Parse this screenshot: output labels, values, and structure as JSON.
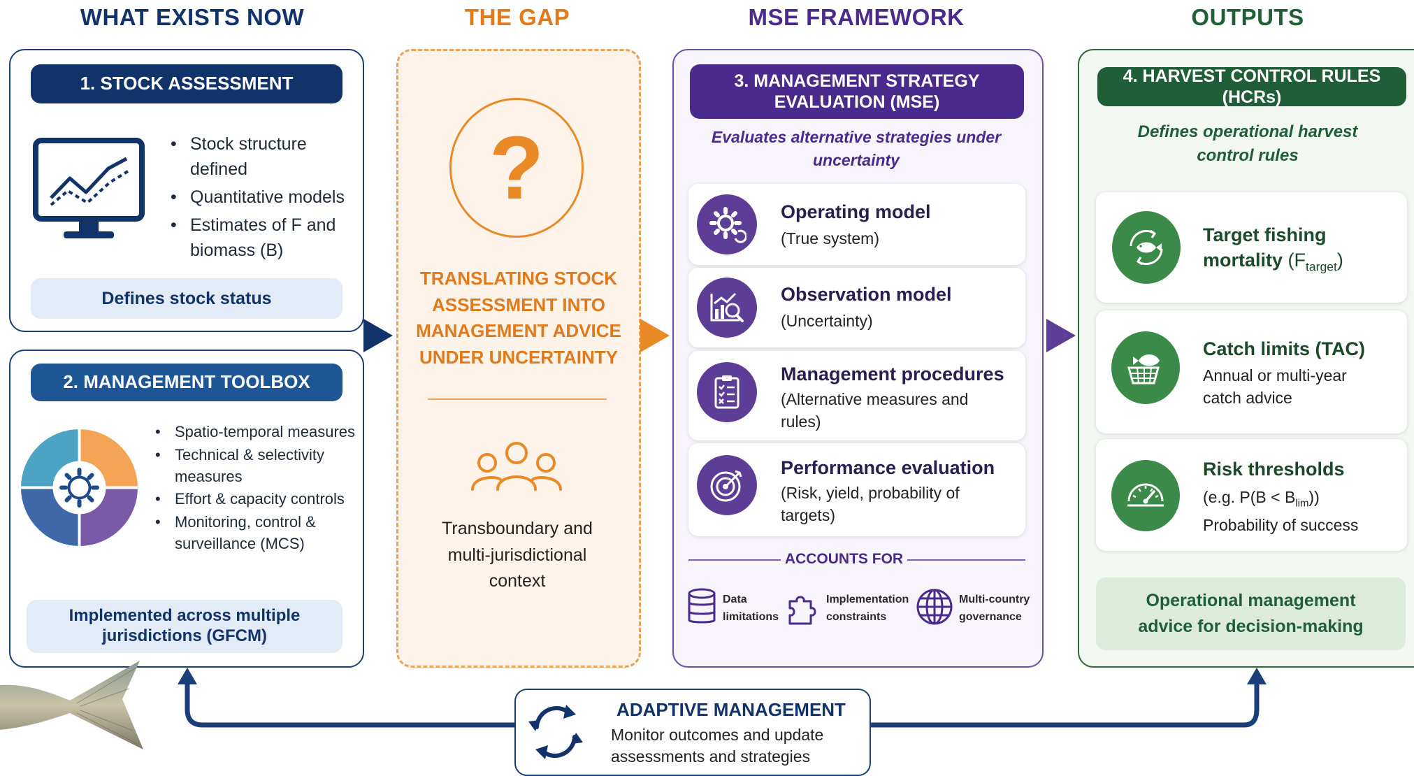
{
  "columns": {
    "what_exists": "WHAT EXISTS NOW",
    "gap": "THE GAP",
    "mse": "MSE FRAMEWORK",
    "outputs": "OUTPUTS"
  },
  "stock_assessment": {
    "title": "1. STOCK ASSESSMENT",
    "bullets": [
      "Stock structure defined",
      "Quantitative models",
      "Estimates of F and biomass (B)"
    ],
    "footer": "Defines stock status"
  },
  "toolbox": {
    "title": "2. MANAGEMENT TOOLBOX",
    "bullets": [
      "Spatio-temporal measures",
      "Technical & selectivity measures",
      "Effort & capacity controls",
      "Monitoring, control & surveillance (MCS)"
    ],
    "footer": "Implemented across multiple jurisdictions (GFCM)"
  },
  "gap": {
    "question": "?",
    "heading": "TRANSLATING STOCK ASSESSMENT INTO MANAGEMENT ADVICE UNDER UNCERTAINTY",
    "context": "Transboundary and multi-jurisdictional context"
  },
  "mse": {
    "title": "3. MANAGEMENT STRATEGY EVALUATION (MSE)",
    "subtitle": "Evaluates alternative strategies under uncertainty",
    "items": [
      {
        "title": "Operating model",
        "sub": "(True system)",
        "icon": "gear-icon"
      },
      {
        "title": "Observation model",
        "sub": "(Uncertainty)",
        "icon": "chart-magnifier-icon"
      },
      {
        "title": "Management procedures",
        "sub": "(Alternative measures and rules)",
        "icon": "clipboard-checklist-icon"
      },
      {
        "title": "Performance evaluation",
        "sub": "(Risk, yield, probability of targets)",
        "icon": "target-icon"
      }
    ],
    "accounts_for": "ACCOUNTS FOR",
    "accounts": [
      {
        "label": "Data limitations",
        "icon": "database-icon"
      },
      {
        "label": "Implementation constraints",
        "icon": "puzzle-icon"
      },
      {
        "label": "Multi-country governance",
        "icon": "globe-icon"
      }
    ]
  },
  "outputs": {
    "title": "4. HARVEST CONTROL RULES (HCRs)",
    "subtitle": "Defines operational harvest control rules",
    "items": [
      {
        "title": "Target fishing mortality",
        "title_sub": "target",
        "icon": "fish-cycle-icon"
      },
      {
        "title": "Catch limits (TAC)",
        "sub": "Annual or multi-year catch advice",
        "icon": "fish-basket-icon"
      },
      {
        "title": "Risk thresholds",
        "sub1": "(e.g. P(B < B",
        "sub1_sub": "lim",
        "sub1_end": "))",
        "sub2": "Probability of success",
        "icon": "gauge-icon"
      }
    ],
    "footer": "Operational management advice for decision-making"
  },
  "adaptive": {
    "title": "ADAPTIVE MANAGEMENT",
    "text": "Monitor outcomes and update assessments and strategies",
    "icon": "cycle-arrows-icon"
  },
  "colors": {
    "navy": "#12336a",
    "orange": "#e98a26",
    "purple": "#4a2a8c",
    "green": "#2e6b3c"
  }
}
